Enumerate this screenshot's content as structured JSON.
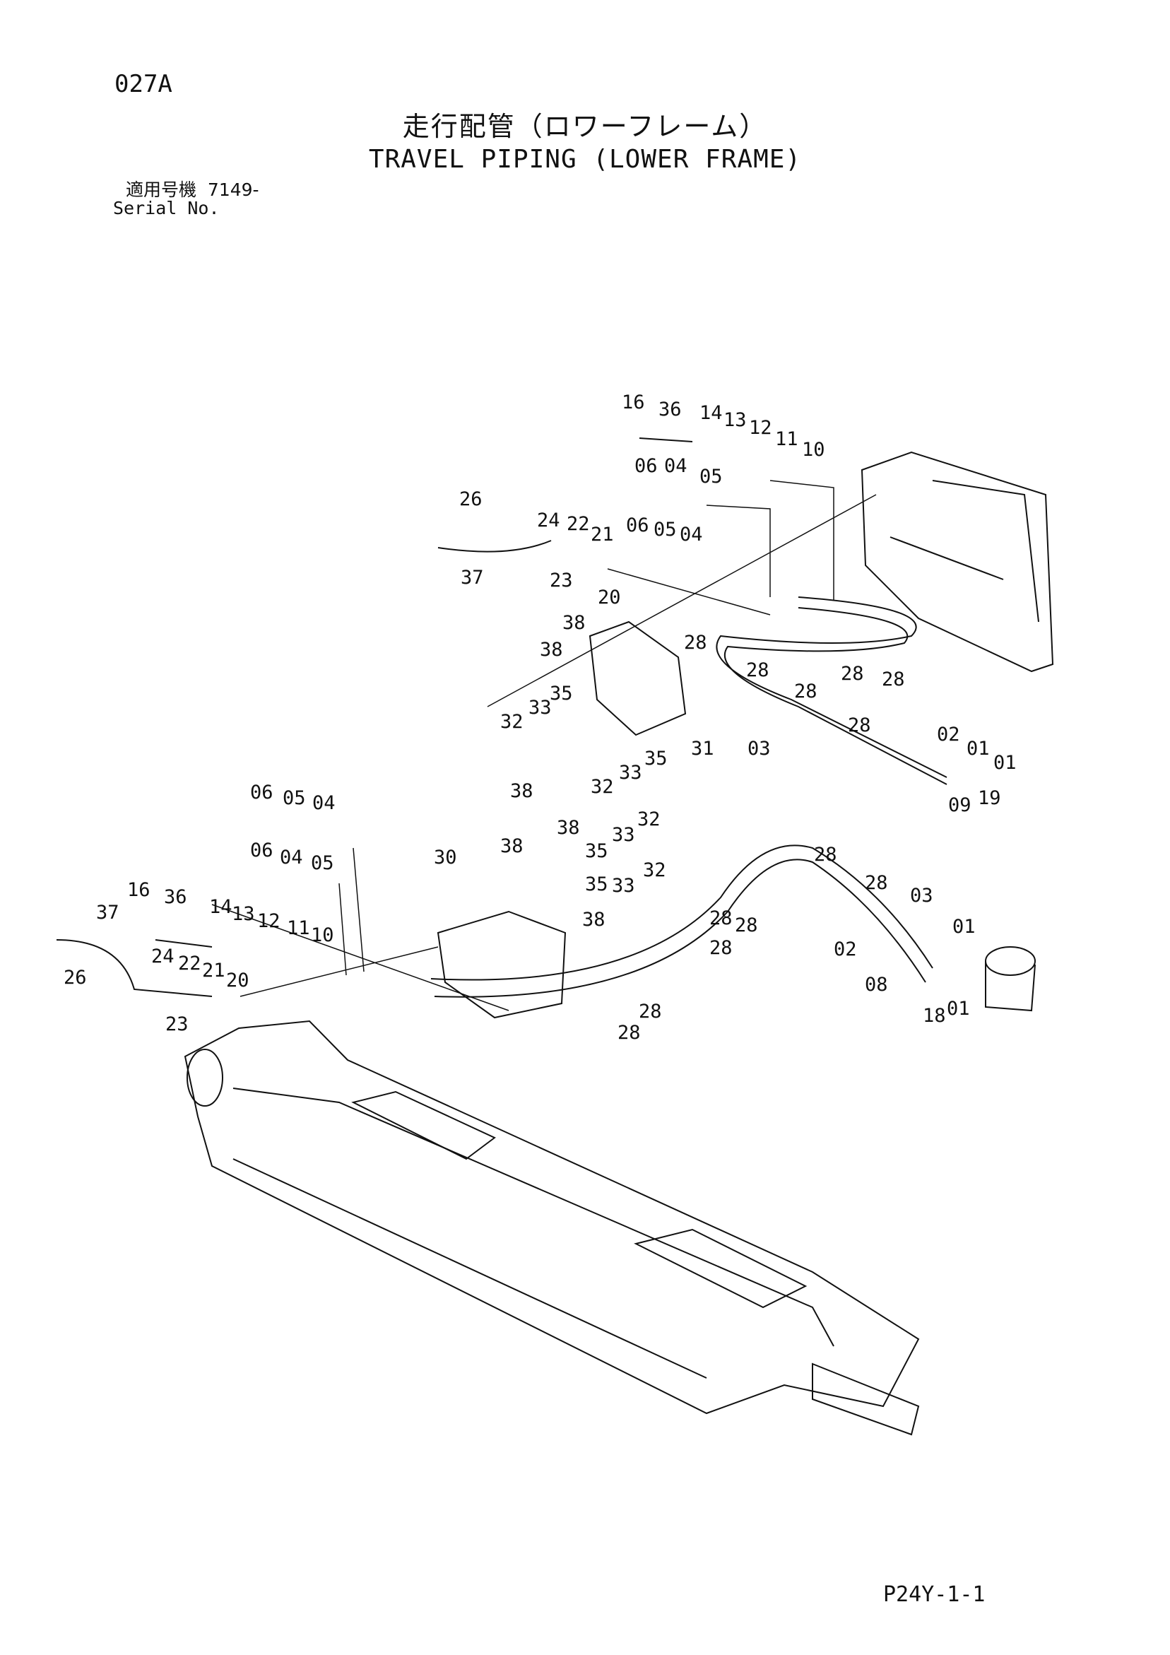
{
  "page_code": "027A",
  "title_jp": "走行配管（ロワーフレーム）",
  "title_en": "TRAVEL PIPING (LOWER FRAME)",
  "serial": {
    "label_jp": "適用号機",
    "number": "7149-",
    "label_en": "Serial No."
  },
  "footer_code": "P24Y-1-1",
  "callouts": [
    "16",
    "36",
    "14",
    "13",
    "12",
    "11",
    "10",
    "06",
    "04",
    "05",
    "26",
    "24",
    "22",
    "21",
    "06",
    "05",
    "04",
    "37",
    "23",
    "20",
    "38",
    "38",
    "28",
    "28",
    "28",
    "28",
    "28",
    "28",
    "35",
    "33",
    "32",
    "31",
    "03",
    "02",
    "01",
    "01",
    "32",
    "33",
    "35",
    "38",
    "09",
    "19",
    "06",
    "05",
    "04",
    "06",
    "04",
    "05",
    "16",
    "36",
    "37",
    "14",
    "13",
    "12",
    "11",
    "10",
    "24",
    "22",
    "21",
    "20",
    "26",
    "23",
    "30",
    "38",
    "38",
    "35",
    "33",
    "32",
    "35",
    "33",
    "32",
    "38",
    "28",
    "28",
    "28",
    "28",
    "28",
    "03",
    "02",
    "01",
    "08",
    "18",
    "01",
    "28",
    "28"
  ]
}
